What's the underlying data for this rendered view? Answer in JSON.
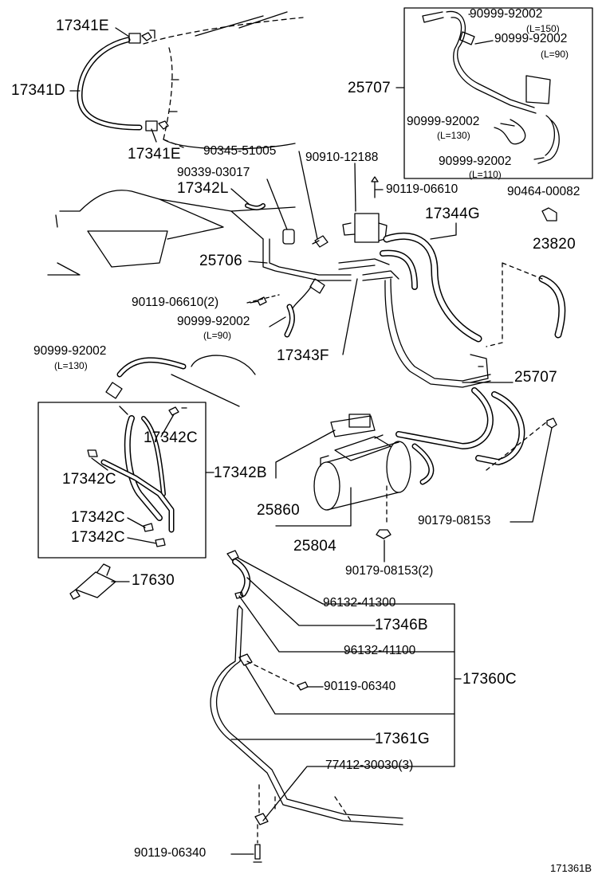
{
  "labels": {
    "p17341E_a": "17341E",
    "p17341D": "17341D",
    "p17341E_b": "17341E",
    "p90345": "90345-51005",
    "p90910": "90910-12188",
    "p90339": "90339-03017",
    "p17342L": "17342L",
    "p90119_66610": "90119-06610",
    "p25707_top": "25707",
    "p90999_a": "90999-92002",
    "p90999_a_len": "(L=150)",
    "p90999_b": "90999-92002",
    "p90999_b_len": "(L=90)",
    "p90999_c": "90999-92002",
    "p90999_c_len": "(L=130)",
    "p90999_d": "90999-92002",
    "p90999_d_len": "(L=110)",
    "p90464": "90464-00082",
    "p17344G": "17344G",
    "p23820": "23820",
    "p25706": "25706",
    "p90119_66610_2": "90119-06610(2)",
    "p90999_e": "90999-92002",
    "p90999_e_len": "(L=90)",
    "p17343F": "17343F",
    "p90999_f": "90999-92002",
    "p90999_f_len": "(L=130)",
    "p25707_mid": "25707",
    "p17342C_a": "17342C",
    "p17342B": "17342B",
    "p17342C_b": "17342C",
    "p17342C_c": "17342C",
    "p17342C_d": "17342C",
    "p25860": "25860",
    "p90179_a": "90179-08153",
    "p25804": "25804",
    "p90179_b": "90179-08153(2)",
    "p17630": "17630",
    "p96132_41300": "96132-41300",
    "p17346B": "17346B",
    "p96132_41100": "96132-41100",
    "p17360C": "17360C",
    "p90119_06340_a": "90119-06340",
    "p17361G": "17361G",
    "p77412": "77412-30030(3)",
    "p90119_06340_b": "90119-06340",
    "figure_id": "171361B"
  },
  "colors": {
    "ink": "#000000",
    "paper": "#ffffff"
  }
}
